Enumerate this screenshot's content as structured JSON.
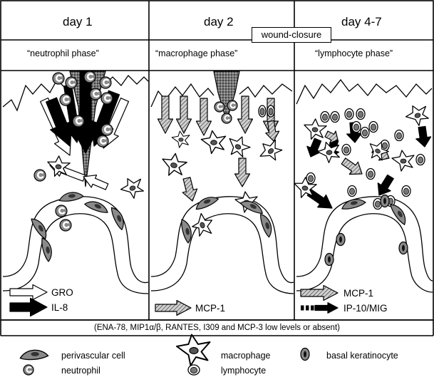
{
  "panels": [
    {
      "day": "day 1",
      "phase": "“neutrophil phase”",
      "chemokines": [
        {
          "label": "GRO",
          "arrow": "white-open"
        },
        {
          "label": "IL-8",
          "arrow": "black-solid"
        }
      ]
    },
    {
      "day": "day 2",
      "phase": "“macrophage  phase”",
      "chemokines": [
        {
          "label": "MCP-1",
          "arrow": "gray-hatched"
        }
      ]
    },
    {
      "day": "day 4-7",
      "phase": "“lymphocyte phase”",
      "chemokines": [
        {
          "label": "MCP-1",
          "arrow": "gray-hatched"
        },
        {
          "label": "IP-10/MIG",
          "arrow": "black-dashed"
        }
      ]
    }
  ],
  "wound_label": "wound-closure",
  "note": "(ENA-78, MIP1α/β, RANTES, I309 and MCP-3 low levels or absent)",
  "legend": {
    "perivascular": "perivascular cell",
    "neutrophil": "neutrophil",
    "macrophage": "macrophage",
    "lymphocyte": "lymphocyte",
    "keratinocyte": "basal keratinocyte"
  },
  "colors": {
    "line": "#000000",
    "cell_fill": "#8a8a8a",
    "clot_fill": "#555555",
    "background": "#ffffff"
  }
}
